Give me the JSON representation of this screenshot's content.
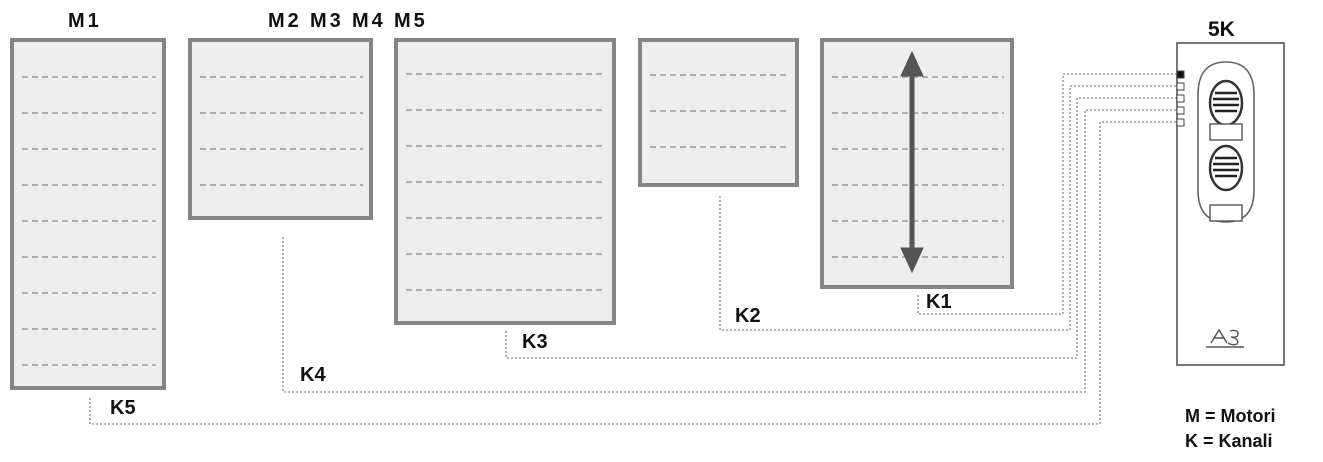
{
  "motors": [
    {
      "label": "M1"
    },
    {
      "label": "M2"
    },
    {
      "label": "M3"
    },
    {
      "label": "M4"
    },
    {
      "label": "M5"
    }
  ],
  "channels": [
    {
      "label": "K1"
    },
    {
      "label": "K2"
    },
    {
      "label": "K3"
    },
    {
      "label": "K4"
    },
    {
      "label": "K5"
    }
  ],
  "remote": {
    "label": "5K",
    "channel_count": 5,
    "active_channel_indicator": 1
  },
  "legend": {
    "motors": "M = Motori",
    "channels": "K = Kanali"
  },
  "colors": {
    "shutter_fill": "#eeeeee",
    "shutter_border": "#858585",
    "slat_line": "#999999",
    "wire": "#9a9a9a",
    "arrow": "#555555",
    "remote_border": "#555555"
  }
}
